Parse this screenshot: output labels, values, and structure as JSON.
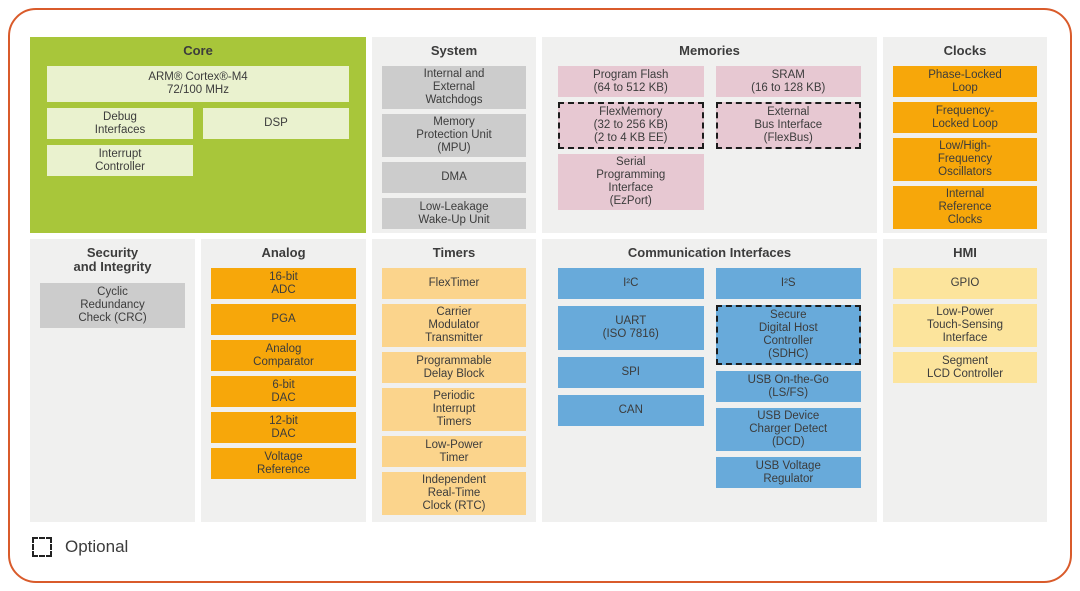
{
  "colors": {
    "border_color": "#d95b2b",
    "panel_bg": "#f0f0ef",
    "core_bg": "#a8c63a",
    "core_block": "#eaf2cf",
    "gray_block": "#cccccc",
    "pink_block": "#e7c8d2",
    "orange_block": "#f7a70a",
    "light_orange_block": "#fbd48c",
    "blue_block": "#68aada",
    "yellow_block": "#fce49c",
    "text_color": "#3c3c3c"
  },
  "sections": {
    "core": {
      "title": "Core",
      "blocks": {
        "cpu": "ARM® Cortex®-M4\n72/100 MHz",
        "debug": "Debug\nInterfaces",
        "dsp": "DSP",
        "interrupt": "Interrupt\nController"
      }
    },
    "system": {
      "title": "System",
      "blocks": {
        "watchdogs": "Internal and\nExternal\nWatchdogs",
        "mpu": "Memory\nProtection Unit\n(MPU)",
        "dma": "DMA",
        "llwu": "Low-Leakage\nWake-Up Unit"
      }
    },
    "memories": {
      "title": "Memories",
      "left": {
        "flash": "Program Flash\n(64 to 512 KB)",
        "flexmemory": "FlexMemory\n(32 to 256 KB)\n(2 to 4 KB EE)",
        "ezport": "Serial\nProgramming\nInterface\n(EzPort)"
      },
      "right": {
        "sram": "SRAM\n(16 to 128 KB)",
        "flexbus": "External\nBus Interface\n(FlexBus)"
      }
    },
    "clocks": {
      "title": "Clocks",
      "blocks": {
        "pll": "Phase-Locked\nLoop",
        "fll": "Frequency-\nLocked Loop",
        "osc": "Low/High-\nFrequency\nOscillators",
        "irc": "Internal\nReference\nClocks"
      }
    },
    "security": {
      "title": "Security\nand Integrity",
      "blocks": {
        "crc": "Cyclic\nRedundancy\nCheck (CRC)"
      }
    },
    "analog": {
      "title": "Analog",
      "blocks": {
        "adc": "16-bit\nADC",
        "pga": "PGA",
        "comparator": "Analog\nComparator",
        "dac6": "6-bit\nDAC",
        "dac12": "12-bit\nDAC",
        "vref": "Voltage\nReference"
      }
    },
    "timers": {
      "title": "Timers",
      "blocks": {
        "flextimer": "FlexTimer",
        "cmt": "Carrier\nModulator\nTransmitter",
        "pdb": "Programmable\nDelay Block",
        "pit": "Periodic\nInterrupt\nTimers",
        "lptimer": "Low-Power\nTimer",
        "rtc": "Independent\nReal-Time\nClock (RTC)"
      }
    },
    "comm": {
      "title": "Communication Interfaces",
      "left": {
        "i2c": "I²C",
        "uart": "UART\n(ISO 7816)",
        "spi": "SPI",
        "can": "CAN"
      },
      "right": {
        "i2s": "I²S",
        "sdhc": "Secure\nDigital Host\nController\n(SDHC)",
        "usb_otg": "USB On-the-Go\n(LS/FS)",
        "dcd": "USB Device\nCharger Detect\n(DCD)",
        "usb_reg": "USB Voltage\nRegulator"
      }
    },
    "hmi": {
      "title": "HMI",
      "blocks": {
        "gpio": "GPIO",
        "tsi": "Low-Power\nTouch-Sensing\nInterface",
        "slcd": "Segment\nLCD Controller"
      }
    }
  },
  "legend": {
    "label": "Optional"
  }
}
